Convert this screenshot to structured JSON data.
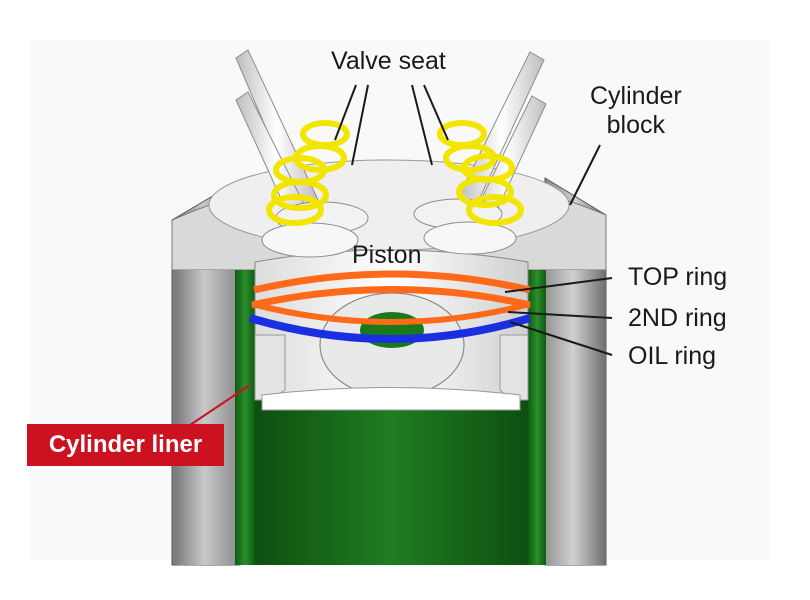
{
  "labels": {
    "valve_seat": "Valve seat",
    "cylinder_block_line1": "Cylinder",
    "cylinder_block_line2": "block",
    "piston": "Piston",
    "top_ring": "TOP ring",
    "second_ring": "2ND ring",
    "oil_ring": "OIL ring",
    "cylinder_liner": "Cylinder liner"
  },
  "colors": {
    "cylinder_liner_highlight": "#1f7a1f",
    "top_ring": "#ff6a1a",
    "second_ring": "#ff6a1a",
    "oil_ring": "#1a2fe0",
    "valve_seat": "#f2e600",
    "callout_tag": "#cc1220"
  }
}
